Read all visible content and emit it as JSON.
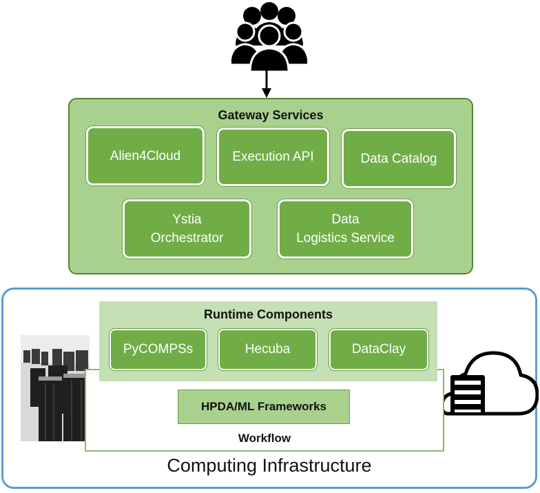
{
  "gateway": {
    "title": "Gateway Services",
    "services": {
      "alien4cloud": "Alien4Cloud",
      "execution_api": "Execution API",
      "data_catalog": "Data Catalog",
      "ystia_line1": "Ystia",
      "ystia_line2": "Orchestrator",
      "dls_line1": "Data",
      "dls_line2": "Logistics Service"
    }
  },
  "runtime": {
    "title": "Runtime Components",
    "components": {
      "pycompss": "PyCOMPSs",
      "hecuba": "Hecuba",
      "dataclay": "DataClay"
    }
  },
  "workflow": {
    "hpda_label": "HPDA/ML Frameworks",
    "label": "Workflow"
  },
  "infrastructure": {
    "label": "Computing Infrastructure"
  },
  "colors": {
    "gateway_fill": "#a9d18e",
    "gateway_border": "#548235",
    "service_fill": "#70ad47",
    "runtime_fill": "#c5e0b4",
    "infra_border": "#5b9bd5"
  },
  "icons": [
    "users-icon",
    "arrow-down-icon",
    "supercomputer-image",
    "cloud-server-icon"
  ]
}
